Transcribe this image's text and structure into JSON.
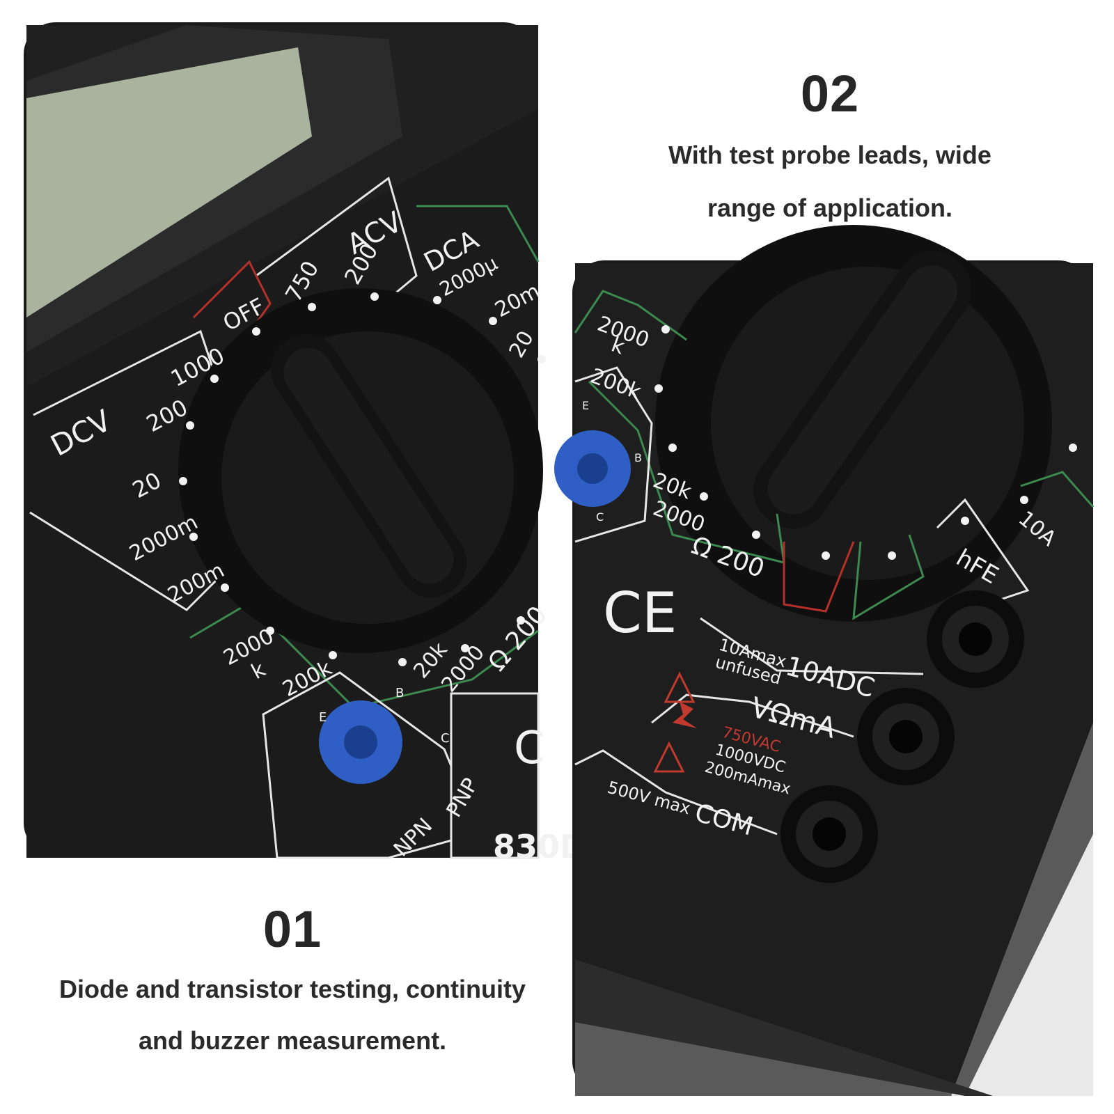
{
  "captions": {
    "first": {
      "number": "01",
      "text_line1": "Diode and transistor testing, continuity",
      "text_line2": "and buzzer measurement."
    },
    "second": {
      "number": "02",
      "text_line1": "With test probe leads, wide",
      "text_line2": "range of application."
    }
  },
  "panel1": {
    "labels": {
      "dcv": "DCV",
      "acv": "ACV",
      "dca": "DCA",
      "off": "OFF",
      "dcv_1000": "1000",
      "dcv_200": "200",
      "dcv_20": "20",
      "dcv_2000m": "2000m",
      "dcv_200m": "200m",
      "acv_750": "750",
      "acv_200": "200",
      "dca_2000u": "2000μ",
      "dca_20m": "20m",
      "dca_200": "20",
      "ohm_2000k": "2000",
      "ohm_k": "k",
      "ohm_200k": "200k",
      "ohm_20k": "20k",
      "ohm_2000": "2000",
      "ohm_200": "Ω 200",
      "npn": "NPN",
      "pnp": "PNP",
      "pin_e": "E",
      "pin_b": "B",
      "pin_c": "C",
      "model": "830D",
      "ce": "C"
    }
  },
  "panel2": {
    "labels": {
      "ohm_2000k": "2000",
      "ohm_k": "k",
      "ohm_200k": "200k",
      "ohm_20k": "20k",
      "ohm_2000": "2000",
      "ohm_200": "Ω 200",
      "hfe": "hFE",
      "a10": "10A",
      "ce": "CE",
      "adc10": "10ADC",
      "adc_max": "10Amax",
      "adc_unfused": "unfused",
      "vohm": "VΩmA",
      "vac750": "750VAC",
      "vdc1000": "1000VDC",
      "ma200": "200mAmax",
      "com": "COM",
      "v500": "500V max",
      "pin_e": "E",
      "pin_b": "B",
      "pin_c": "C"
    }
  },
  "colors": {
    "body": "#1c1c1c",
    "bezel": "#2a2a2a",
    "lcd": "#a9b39c",
    "knob": "#151515",
    "socket_blue": "#2f5fc4",
    "line_green": "#3c8a4f",
    "line_red": "#b5302a",
    "line_white": "#e6e6e6"
  }
}
